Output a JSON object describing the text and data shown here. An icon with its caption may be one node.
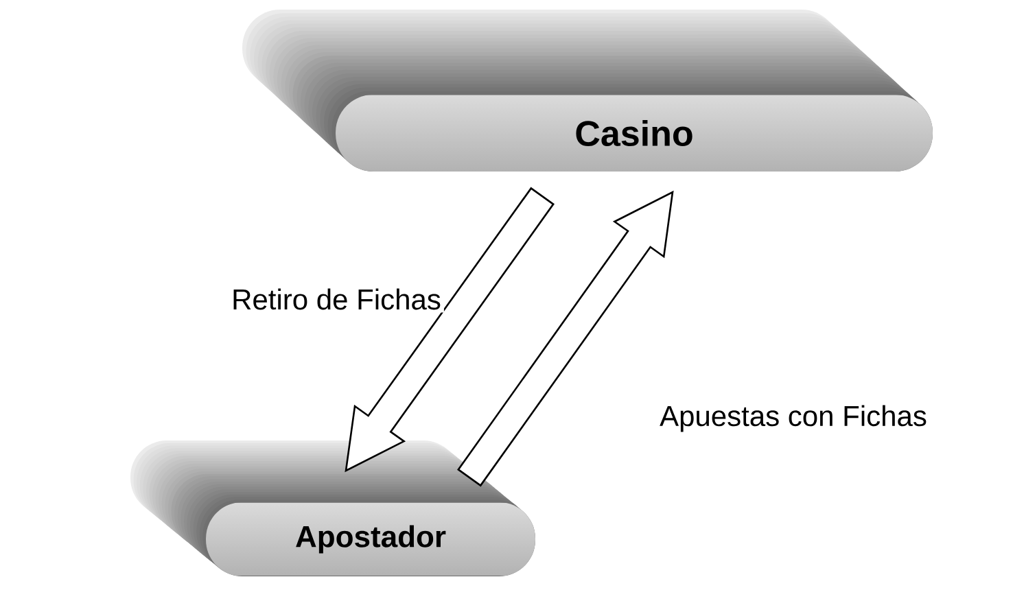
{
  "diagram": {
    "nodes": [
      {
        "text": [
          "Casino"
        ]
      },
      {
        "text": [
          "Apostador"
        ]
      }
    ],
    "edges": [
      {
        "from": 0,
        "to": 1,
        "arrow": "to",
        "label": "Retiro de Fichas"
      },
      {
        "from": 1,
        "to": 0,
        "arrow": "to",
        "label": "Apuestas con Fichas"
      }
    ]
  }
}
